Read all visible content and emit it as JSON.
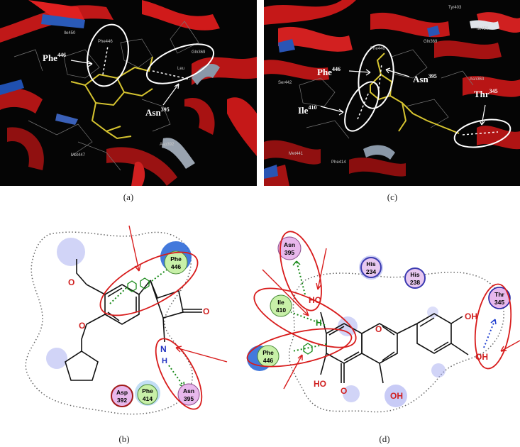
{
  "panels": {
    "a": {
      "caption": "(a)",
      "labels": [
        {
          "name": "Phe",
          "num": "446"
        },
        {
          "name": "Asn",
          "num": "395"
        }
      ]
    },
    "c": {
      "caption": "(c)",
      "labels": [
        {
          "name": "Phe",
          "num": "446"
        },
        {
          "name": "Asn",
          "num": "395"
        },
        {
          "name": "Thr",
          "num": "345"
        },
        {
          "name": "Ile",
          "num": "410"
        }
      ]
    },
    "b": {
      "caption": "(b)",
      "residues": [
        {
          "name": "Phe",
          "num": "446",
          "color": "#c8f0a8"
        },
        {
          "name": "Asn",
          "num": "395",
          "color": "#e8b8ec"
        },
        {
          "name": "Asp",
          "num": "392",
          "color": "#e8b8ec"
        },
        {
          "name": "Phe",
          "num": "414",
          "color": "#c8f0a8"
        }
      ],
      "atoms": [
        "O",
        "O",
        "O",
        "N",
        "H"
      ]
    },
    "d": {
      "caption": "(d)",
      "residues": [
        {
          "name": "Asn",
          "num": "395",
          "color": "#e8b8ec"
        },
        {
          "name": "His",
          "num": "234",
          "color": "#e8c8f0"
        },
        {
          "name": "His",
          "num": "238",
          "color": "#e8c8f0"
        },
        {
          "name": "Thr",
          "num": "345",
          "color": "#e8b8ec"
        },
        {
          "name": "Ile",
          "num": "410",
          "color": "#c8f0a8"
        },
        {
          "name": "Phe",
          "num": "446",
          "color": "#c8f0a8"
        }
      ],
      "atoms": [
        "HO",
        "H",
        "OH",
        "OH",
        "HO",
        "O",
        "O",
        "OH"
      ]
    }
  }
}
